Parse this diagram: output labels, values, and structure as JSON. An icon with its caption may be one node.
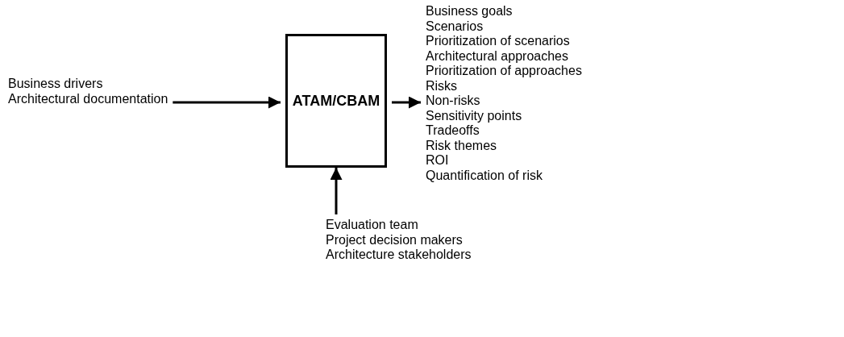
{
  "diagram": {
    "nodes": [
      {
        "text": [
          "Business drivers",
          "Architectural documentation"
        ]
      },
      {
        "text": [
          "ATAM/CBAM"
        ]
      },
      {
        "text": [
          "Business goals",
          "Scenarios",
          "Prioritization of scenarios",
          "Architectural approaches",
          "Prioritization of approaches",
          "Risks",
          "Non-risks",
          "Sensitivity points",
          "Tradeoffs",
          "Risk themes",
          "ROI",
          "Quantification of risk"
        ]
      },
      {
        "text": [
          "Evaluation team",
          "Project decision makers",
          "Architecture stakeholders"
        ]
      }
    ],
    "edges": [
      {
        "from": 0,
        "to": 1,
        "arrow": "to"
      },
      {
        "from": 1,
        "to": 2,
        "arrow": "to"
      },
      {
        "from": 3,
        "to": 1,
        "arrow": "to"
      }
    ]
  }
}
